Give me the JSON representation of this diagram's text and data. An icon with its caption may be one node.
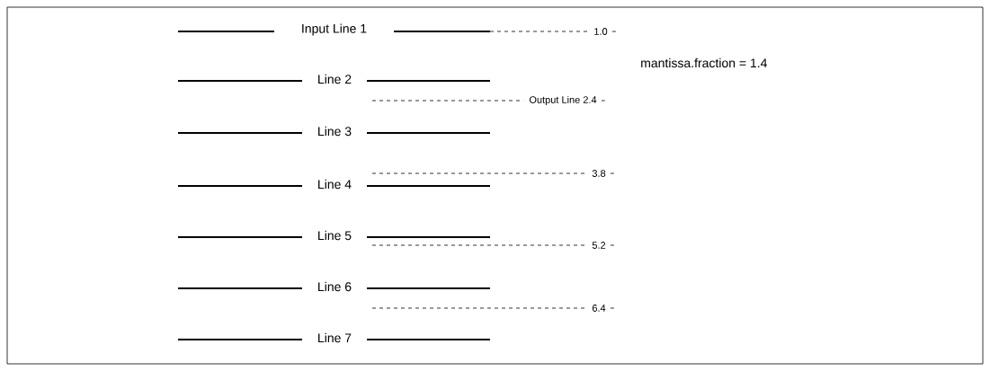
{
  "diagram": {
    "labels": [
      "Input Line 1",
      "1.0",
      "mantissa.fraction = 1.4",
      "Line 2",
      "Output Line 2.4",
      "Line 3",
      "3.8",
      "Line 4",
      "Line 5",
      "5.2",
      "Line 6",
      "6.4",
      "Line 7"
    ]
  }
}
